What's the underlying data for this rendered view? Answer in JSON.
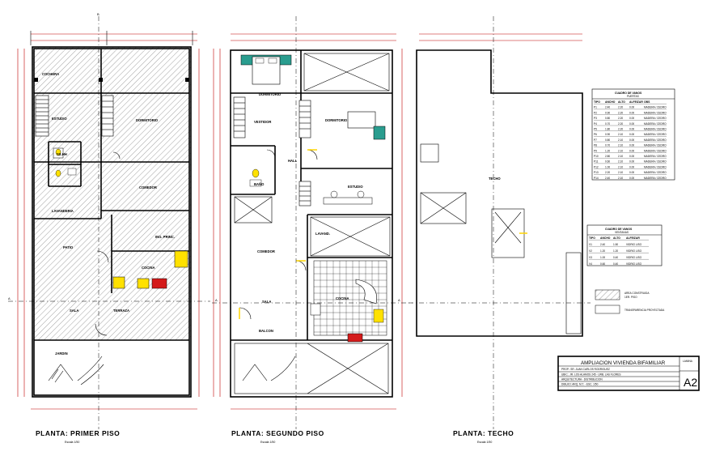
{
  "plans": {
    "first": {
      "title": "PLANTA: PRIMER PISO",
      "scale": "Escala 1/50"
    },
    "second": {
      "title": "PLANTA: SEGUNDO PISO",
      "scale": "Escala 1/50"
    },
    "roof": {
      "title": "PLANTA: TECHO",
      "scale": "Escala 1/50"
    }
  },
  "rooms_first": {
    "cochera": "COCHERA",
    "comedor": "COMEDOR",
    "cocina": "COCINA",
    "sala": "SALA",
    "jardin": "JARDIN",
    "estudio": "ESTUDIO",
    "lavanderia": "LAVANDERIA",
    "dormitorio": "DORMITORIO",
    "area_ing": "ING. PRINC.",
    "terraza": "TERRAZA",
    "patio": "PATIO",
    "ss_hh": "SS.HH"
  },
  "rooms_second": {
    "dorm_principal": "DORMITORIO",
    "vestidor": "VESTIDOR",
    "dormitorio": "DORMITORIO",
    "hall": "HALL",
    "estudio": "ESTUDIO",
    "bano": "BAÑO",
    "comedor": "COMEDOR",
    "sala": "SALA",
    "balcon": "BALCON",
    "cocina": "COCINA",
    "lavand": "LAVAND."
  },
  "roof": {
    "techo": "TECHO"
  },
  "table_doors": {
    "title": "CUADRO DE VANOS",
    "sub": "PUERTAS",
    "headers": [
      "TIPO",
      "ANCHO",
      "ALTO",
      "ALFEIZAR",
      "OBS"
    ],
    "rows": [
      [
        "P1",
        "2.40",
        "2.20",
        "0.00",
        "MADERA / CEDRO"
      ],
      [
        "P2",
        "0.90",
        "2.20",
        "0.00",
        "MADERA / CEDRO"
      ],
      [
        "P3",
        "0.80",
        "2.20",
        "0.00",
        "MADERA / CEDRO"
      ],
      [
        "P4",
        "0.70",
        "2.20",
        "0.00",
        "MADERA / CEDRO"
      ],
      [
        "P5",
        "1.80",
        "2.20",
        "0.00",
        "MADERA / CEDRO"
      ],
      [
        "P6",
        "0.90",
        "2.10",
        "0.00",
        "MADERA / CEDRO"
      ],
      [
        "P7",
        "0.80",
        "2.10",
        "0.00",
        "MADERA / CEDRO"
      ],
      [
        "P8",
        "0.70",
        "2.10",
        "0.00",
        "MADERA / CEDRO"
      ],
      [
        "P9",
        "1.20",
        "2.10",
        "0.00",
        "MADERA / CEDRO"
      ],
      [
        "P10",
        "2.80",
        "2.10",
        "0.00",
        "MADERA / CEDRO"
      ],
      [
        "P11",
        "0.60",
        "2.10",
        "0.00",
        "MADERA / CEDRO"
      ],
      [
        "P12",
        "1.00",
        "2.10",
        "0.00",
        "MADERA / CEDRO"
      ],
      [
        "P13",
        "2.20",
        "2.10",
        "0.00",
        "MADERA / CEDRO"
      ],
      [
        "P14",
        "2.40",
        "2.10",
        "0.00",
        "MADERA / CEDRO"
      ]
    ]
  },
  "table_windows": {
    "title": "CUADRO DE VANOS",
    "sub": "VENTANAS",
    "headers": [
      "TIPO",
      "ANCHO",
      "ALTO",
      "ALFEIZAR"
    ],
    "rows": [
      [
        "V1",
        "2.40",
        "1.50",
        "VIDRIO LISO"
      ],
      [
        "V2",
        "1.20",
        "1.20",
        "VIDRIO LISO"
      ],
      [
        "V3",
        "1.00",
        "0.40",
        "VIDRIO LISO"
      ],
      [
        "V4",
        "0.60",
        "0.40",
        "VIDRIO LISO"
      ]
    ]
  },
  "legend": {
    "item1": "AREA CONSTRUIDA",
    "item1b": "1ER. PISO",
    "item2": "TRANSPARENCIA PROYECTADA"
  },
  "titleblock": {
    "project": "AMPLIACION VIVIENDA BIFAMILIAR",
    "row1": "PROP.: SR. JUAN CARLOS RODRIGUEZ",
    "row2": "UBIC.: JR. LOS ALAMOS 245 - URB. LAS FLORES",
    "row3": "ARQUITECTURA - DISTRIBUCION",
    "row4": "DIBUJO: ARQ. M.T. - ESC. 1/50",
    "sheet_label": "LAMINA",
    "sheet": "A2"
  }
}
